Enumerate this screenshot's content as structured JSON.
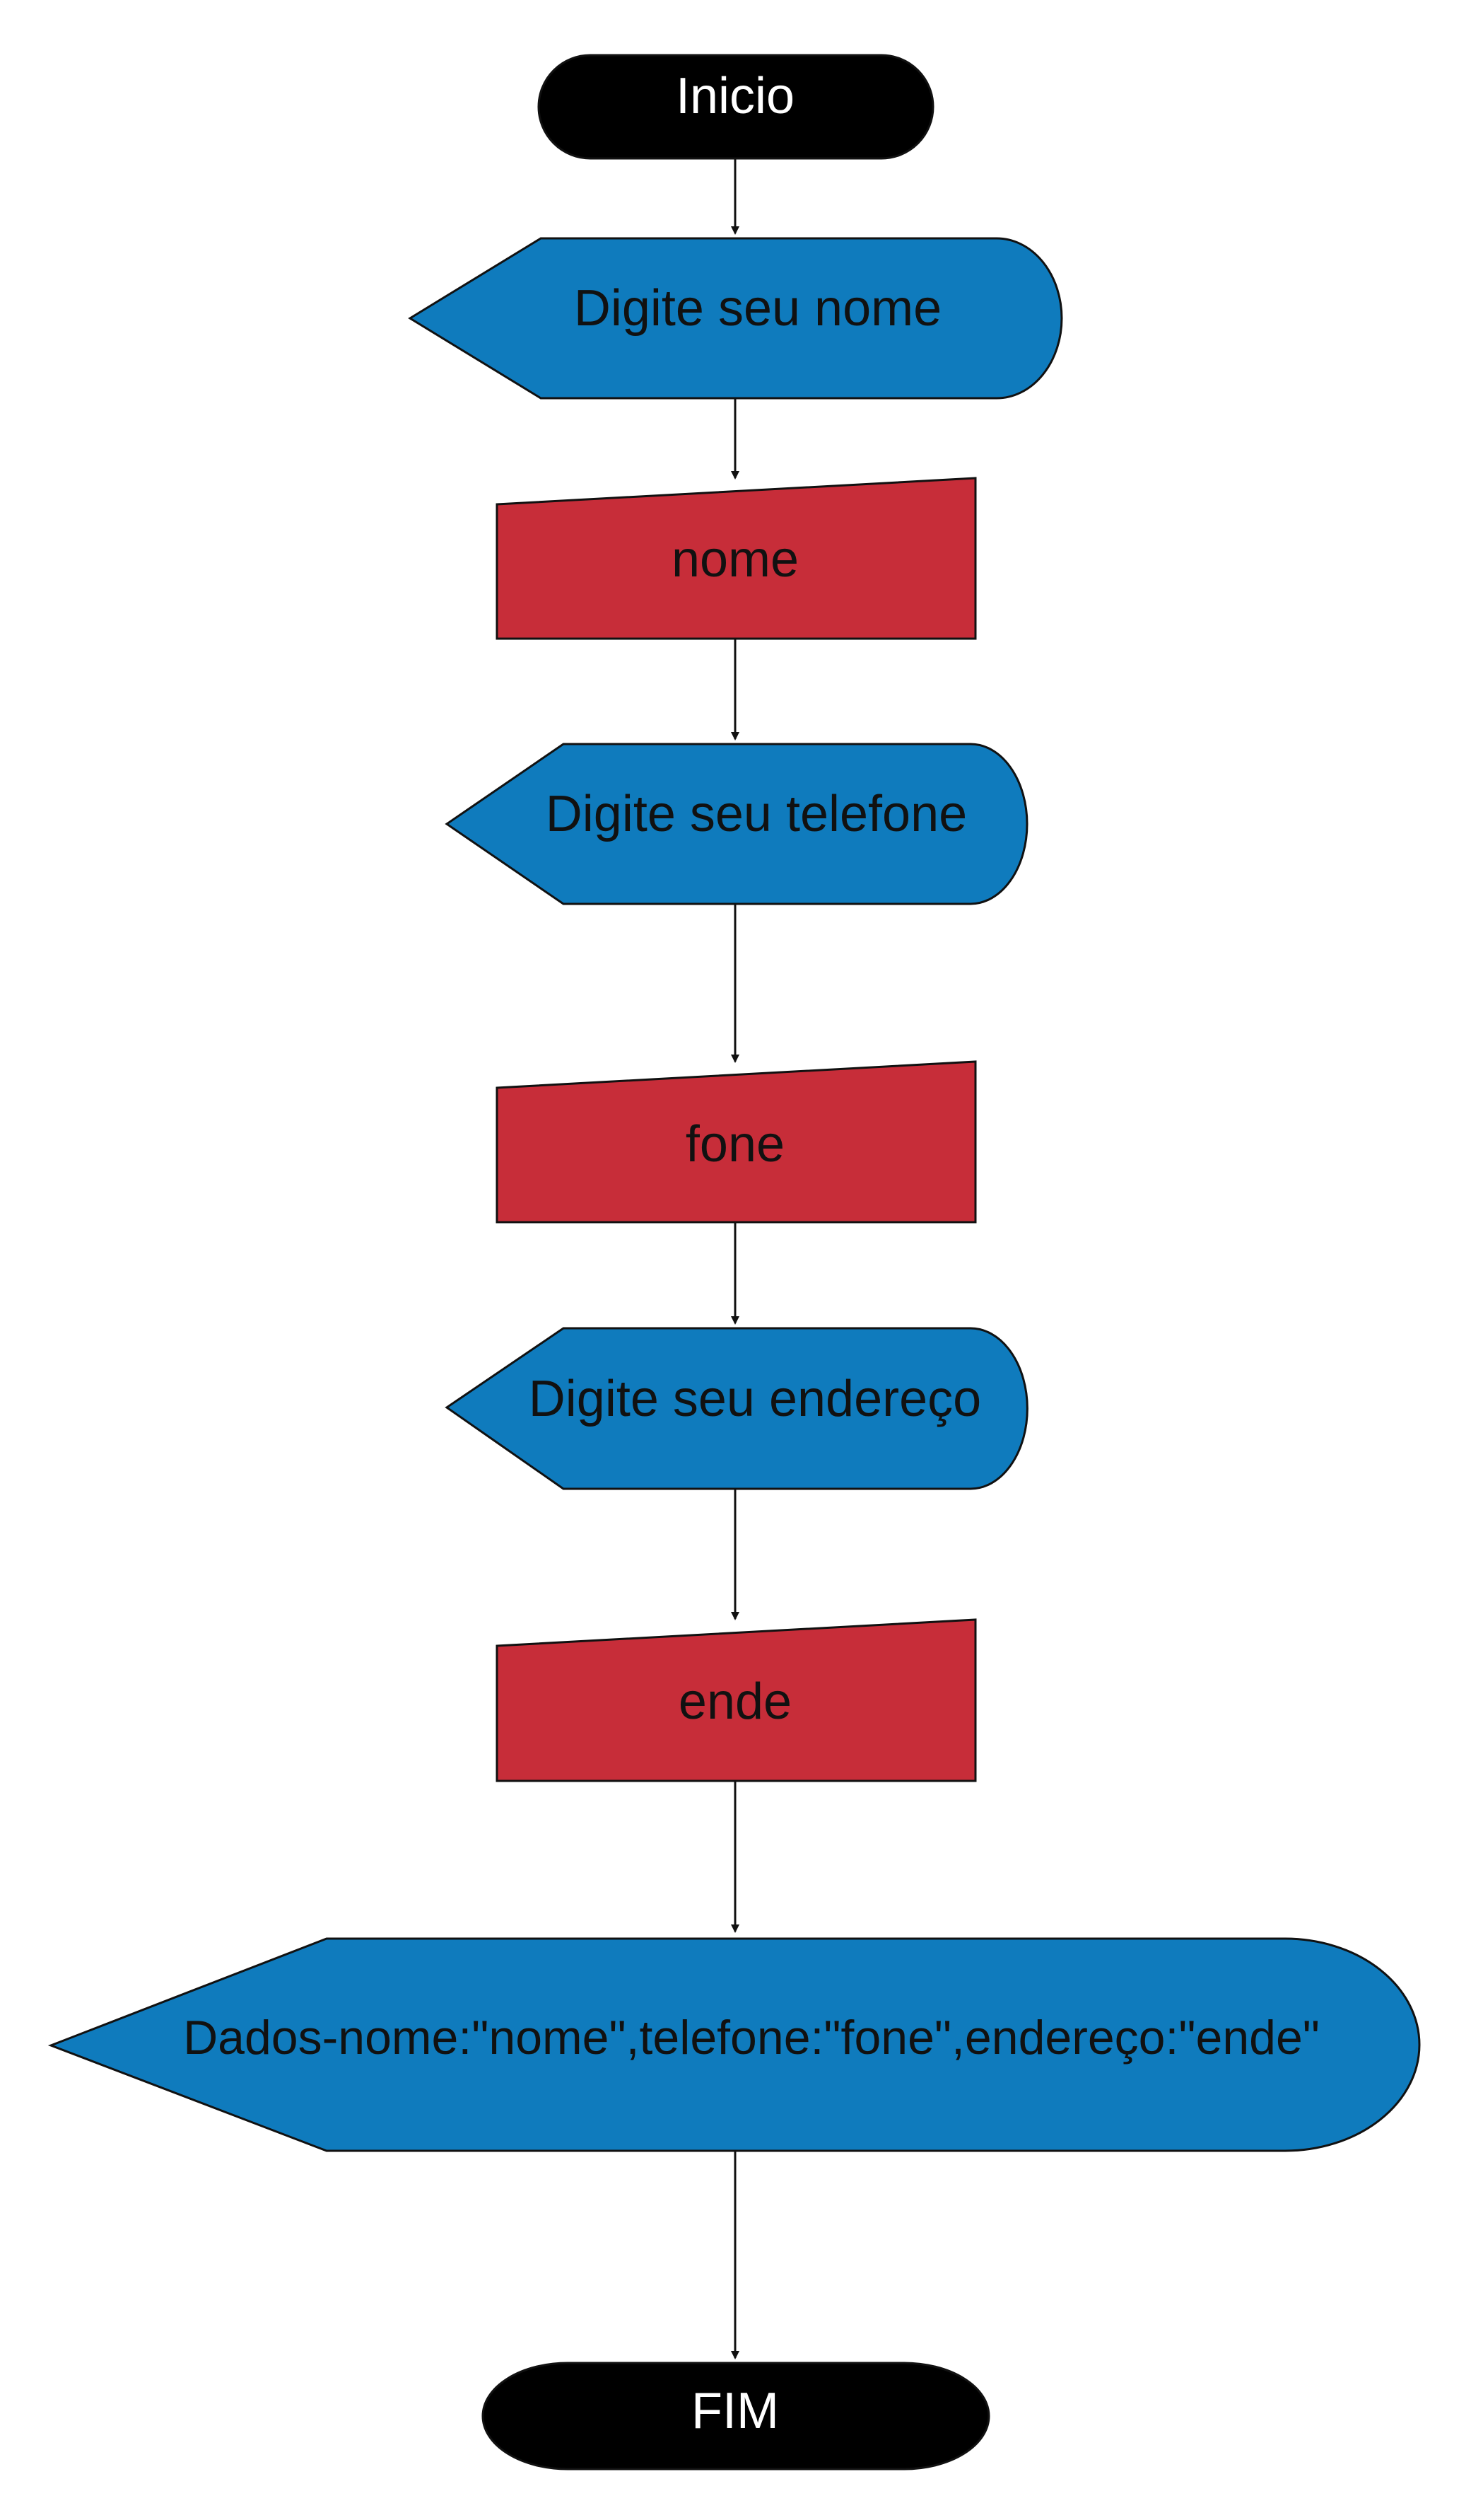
{
  "colors": {
    "terminal": "#000000",
    "display": "#0f7bbd",
    "input": "#c72d39",
    "connector": "#111111",
    "terminal_text": "#ffffff",
    "shape_text": "#111111"
  },
  "flowchart": {
    "nodes": [
      {
        "id": "start",
        "kind": "terminal",
        "label": "Inicio"
      },
      {
        "id": "display-name",
        "kind": "display",
        "label": "Digite seu nome"
      },
      {
        "id": "input-name",
        "kind": "manual-input",
        "label": "nome"
      },
      {
        "id": "display-phone",
        "kind": "display",
        "label": "Digite seu telefone"
      },
      {
        "id": "input-phone",
        "kind": "manual-input",
        "label": "fone"
      },
      {
        "id": "display-address",
        "kind": "display",
        "label": "Digite seu endereço"
      },
      {
        "id": "input-address",
        "kind": "manual-input",
        "label": "ende"
      },
      {
        "id": "display-output",
        "kind": "display",
        "label": "Dados-nome:\"nome\",telefone:\"fone\",endereço:\"ende\""
      },
      {
        "id": "end",
        "kind": "terminal",
        "label": "FIM"
      }
    ],
    "edges": [
      {
        "from": "start",
        "to": "display-name"
      },
      {
        "from": "display-name",
        "to": "input-name"
      },
      {
        "from": "input-name",
        "to": "display-phone"
      },
      {
        "from": "display-phone",
        "to": "input-phone"
      },
      {
        "from": "input-phone",
        "to": "display-address"
      },
      {
        "from": "display-address",
        "to": "input-address"
      },
      {
        "from": "input-address",
        "to": "display-output"
      },
      {
        "from": "display-output",
        "to": "end"
      }
    ]
  }
}
